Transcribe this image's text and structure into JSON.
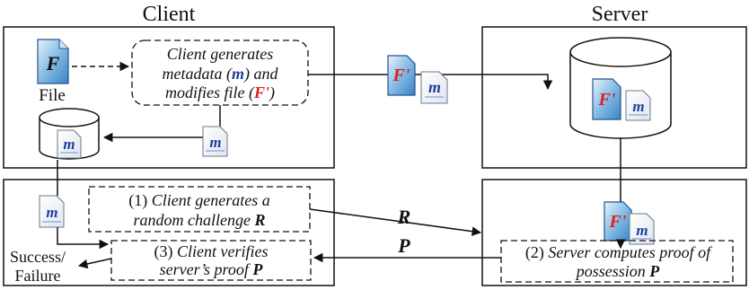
{
  "labels": {
    "client": "Client",
    "server": "Server",
    "file": "File",
    "success_failure_1": "Success/",
    "success_failure_2": "Failure"
  },
  "icons": {
    "file_original": "F",
    "file_modified": "F'",
    "metadata": "m"
  },
  "steps": {
    "generate_metadata": {
      "line1": "Client generates",
      "line2_pre": "metadata (",
      "line2_var": "m",
      "line2_post": ") and",
      "line3_pre": "modifies file (",
      "line3_var": "F'",
      "line3_post": ")"
    },
    "challenge": {
      "line1_num": "(1) ",
      "line1_text": "Client generates a",
      "line2_text": "random challenge ",
      "line2_var": "R"
    },
    "verify": {
      "line1_num": "(3) ",
      "line1_text": "Client verifies",
      "line2_text": "server’s proof ",
      "line2_var": "P"
    },
    "proof": {
      "line1_num": "(2) ",
      "line1_text": "Server computes proof of",
      "line2_text": "possession ",
      "line2_var": "P"
    }
  },
  "messages": {
    "challenge": "R",
    "proof": "P"
  },
  "colors": {
    "file_icon_blue": "#3b82c4",
    "modified_red": "#e0201e",
    "metadata_blue": "#1e3f9e"
  }
}
